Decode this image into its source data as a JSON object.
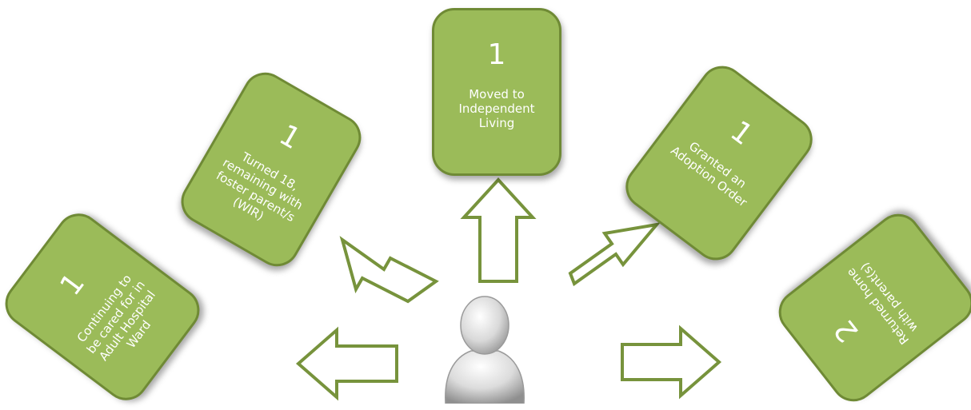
{
  "outcomes": {
    "independent_living": {
      "count": "1",
      "label": "Moved to Independent Living"
    },
    "foster_wir": {
      "count": "1",
      "label": "Turned 18, remaining with foster parent/s (WIR)"
    },
    "adoption": {
      "count": "1",
      "label": "Granted an Adoption Order"
    },
    "hospital": {
      "count": "1",
      "label": "Continuing to be cared for in Adult Hospital Ward"
    },
    "home": {
      "count": "2",
      "label": "Returned home with parent(s)"
    }
  },
  "icons": {
    "person": "person-silhouette-icon"
  },
  "colors": {
    "card_fill": "#9bbb59",
    "card_border": "#6f8a35",
    "arrow_stroke": "#77933c"
  }
}
